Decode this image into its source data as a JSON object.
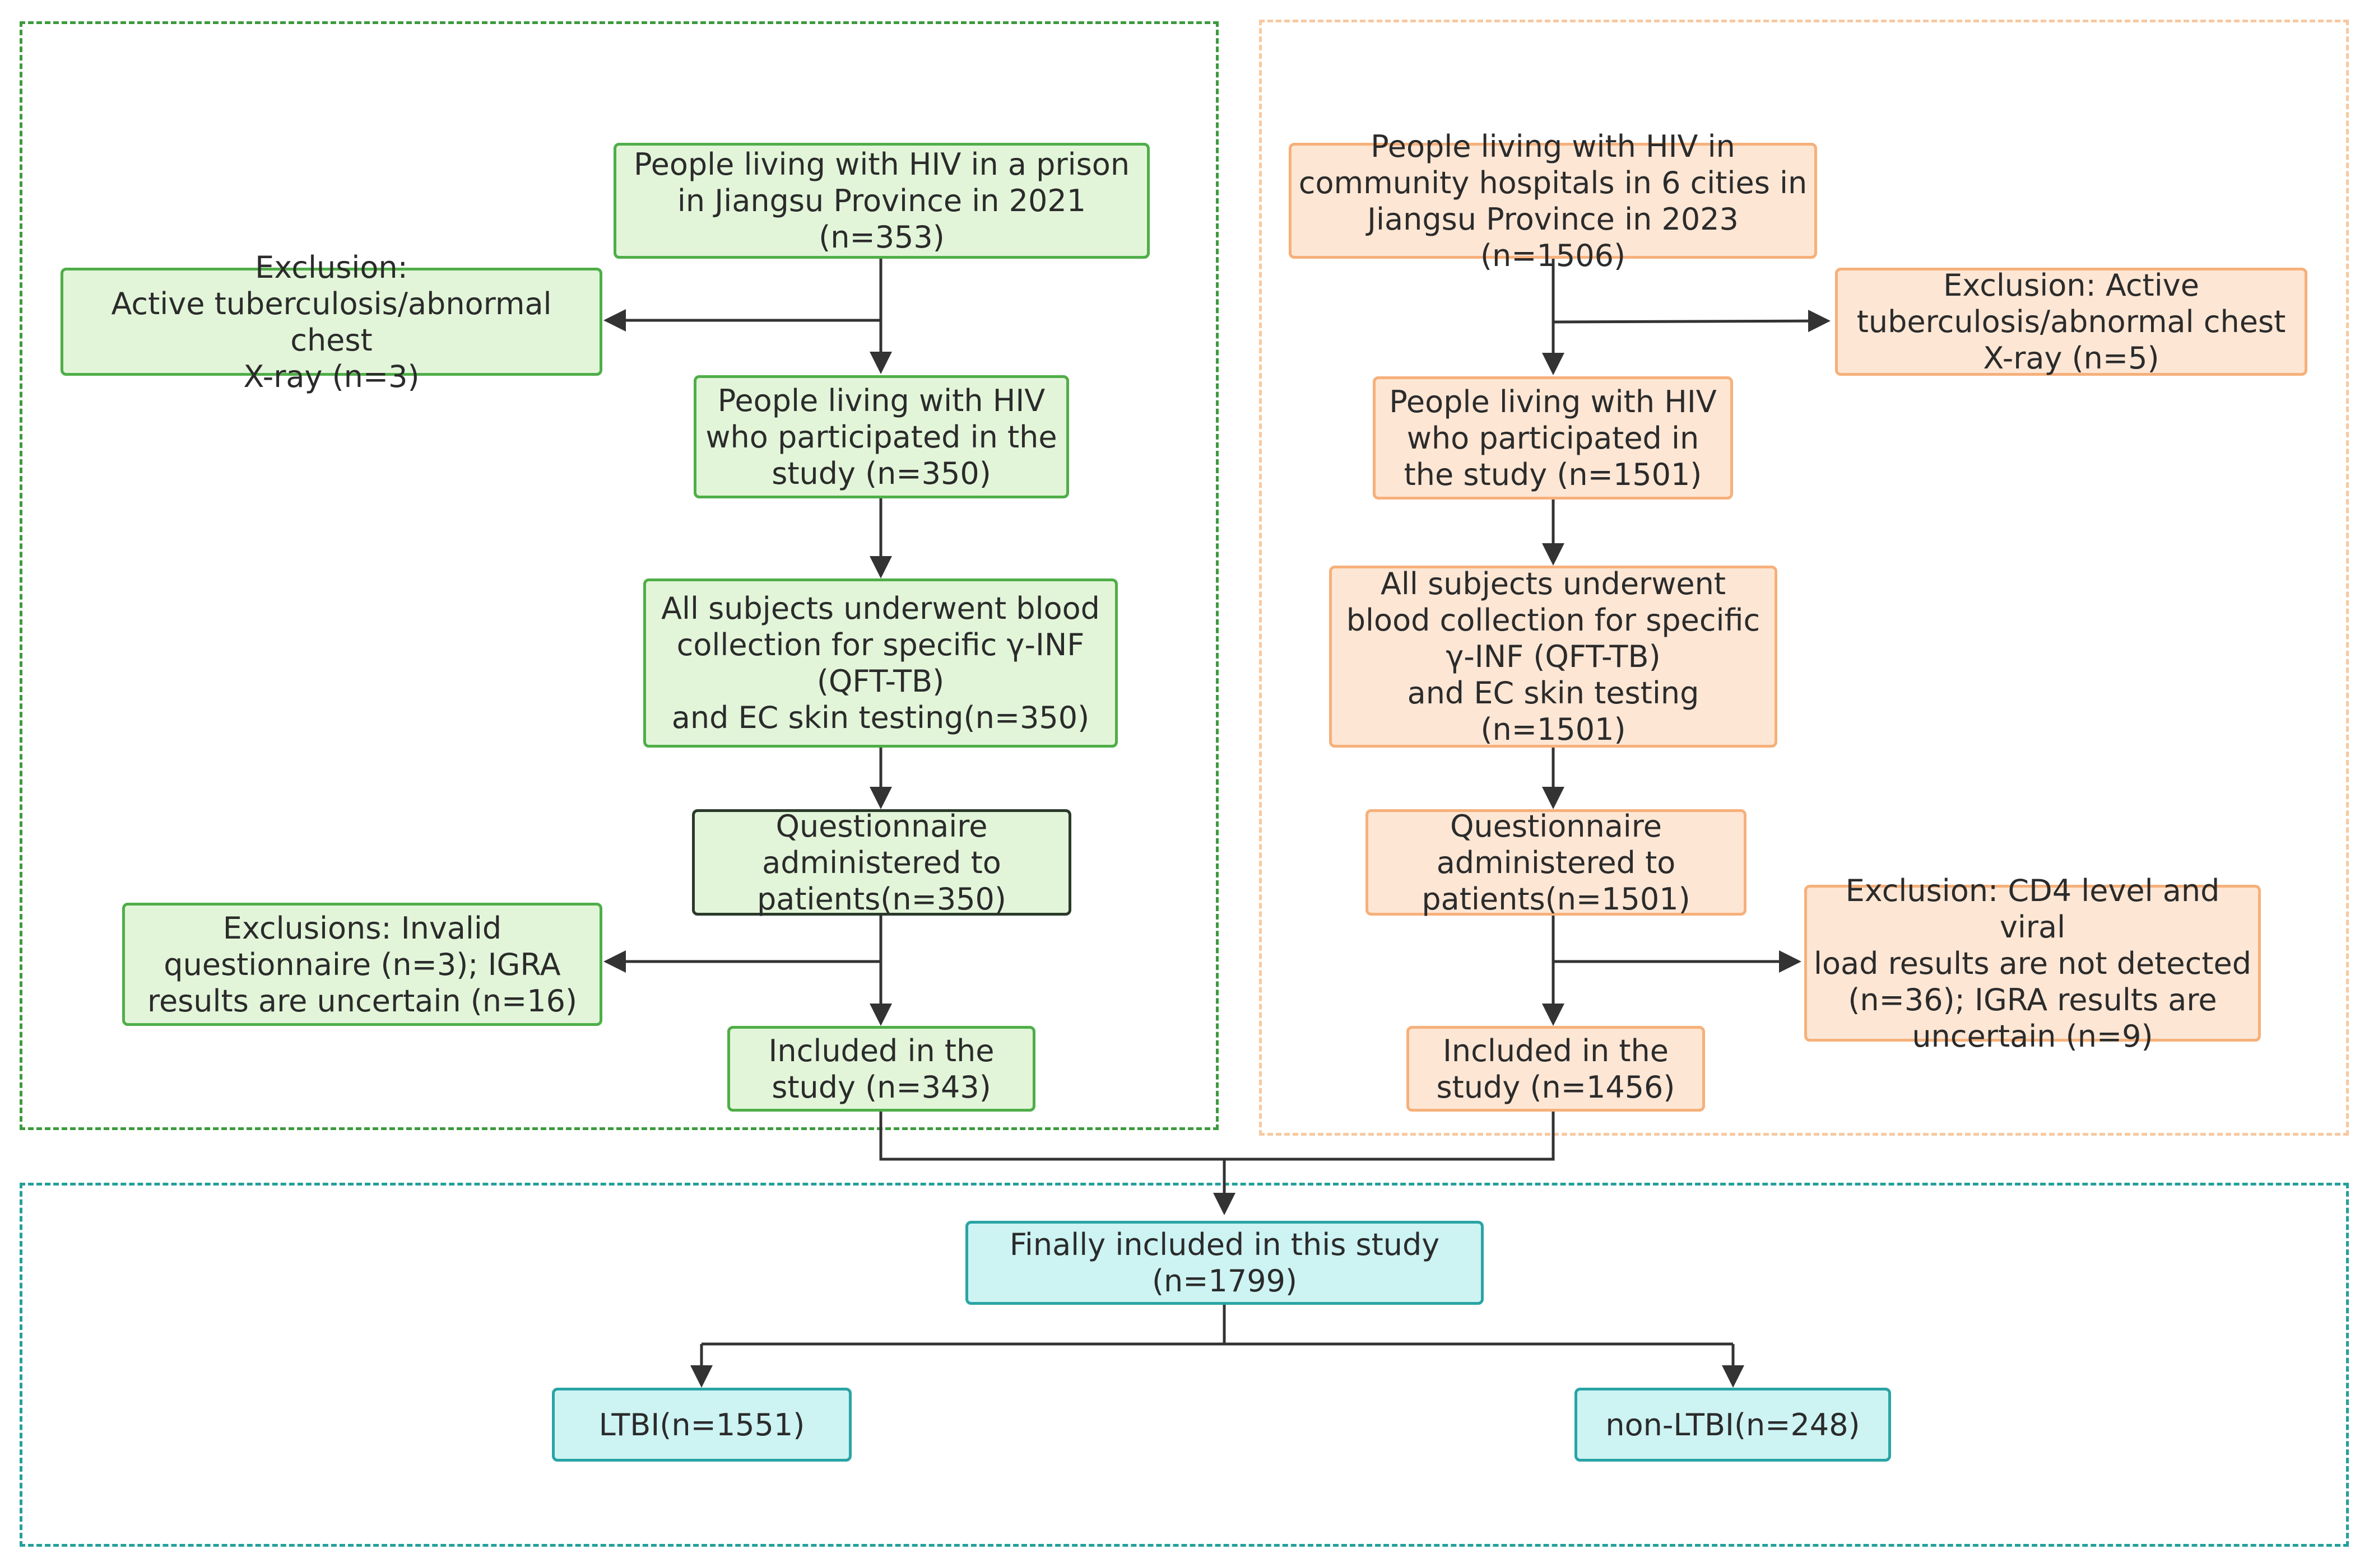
{
  "prison": {
    "source": "People living with HIV in a prison\nin Jiangsu Province in 2021\n(n=353)",
    "exclusion1": "Exclusion:\nActive tuberculosis/abnormal chest\nX-ray  (n=3)",
    "participated": "People living with HIV\nwho participated in the\nstudy (n=350)",
    "testing": "All subjects underwent blood\ncollection for specific γ-INF\n(QFT-TB)\nand EC skin testing(n=350)",
    "questionnaire": "Questionnaire\nadministered to\npatients(n=350)",
    "exclusion2": "Exclusions: Invalid\nquestionnaire (n=3); IGRA\nresults are uncertain (n=16)",
    "included": "Included in the\nstudy (n=343)"
  },
  "community": {
    "source": "People living with HIV in\ncommunity hospitals in 6 cities in\nJiangsu Province in 2023 (n=1506)",
    "exclusion1": "Exclusion: Active\ntuberculosis/abnormal chest\nX-ray  (n=5)",
    "participated": "People living with HIV\nwho participated in\nthe study (n=1501)",
    "testing": "All subjects underwent\nblood collection for specific\nγ-INF  (QFT-TB)\nand EC skin testing\n(n=1501)",
    "questionnaire": "Questionnaire\nadministered to\npatients(n=1501)",
    "exclusion2": "Exclusion: CD4 level and viral\nload results are not detected\n(n=36); IGRA results are\nuncertain (n=9)",
    "included": "Included in the\nstudy  (n=1456)"
  },
  "final": {
    "total": "Finally included in this study\n(n=1799)",
    "ltbi": "LTBI(n=1551)",
    "non_ltbi": "non-LTBI(n=248)"
  },
  "colors": {
    "prison_border": "#3d9a3d",
    "community_border": "#f7c9a1",
    "final_border": "#24a09b",
    "green_fill": "#e2f5d9",
    "orange_fill": "#fde6d4",
    "cyan_fill": "#cdf3f3",
    "arrow": "#333333"
  }
}
